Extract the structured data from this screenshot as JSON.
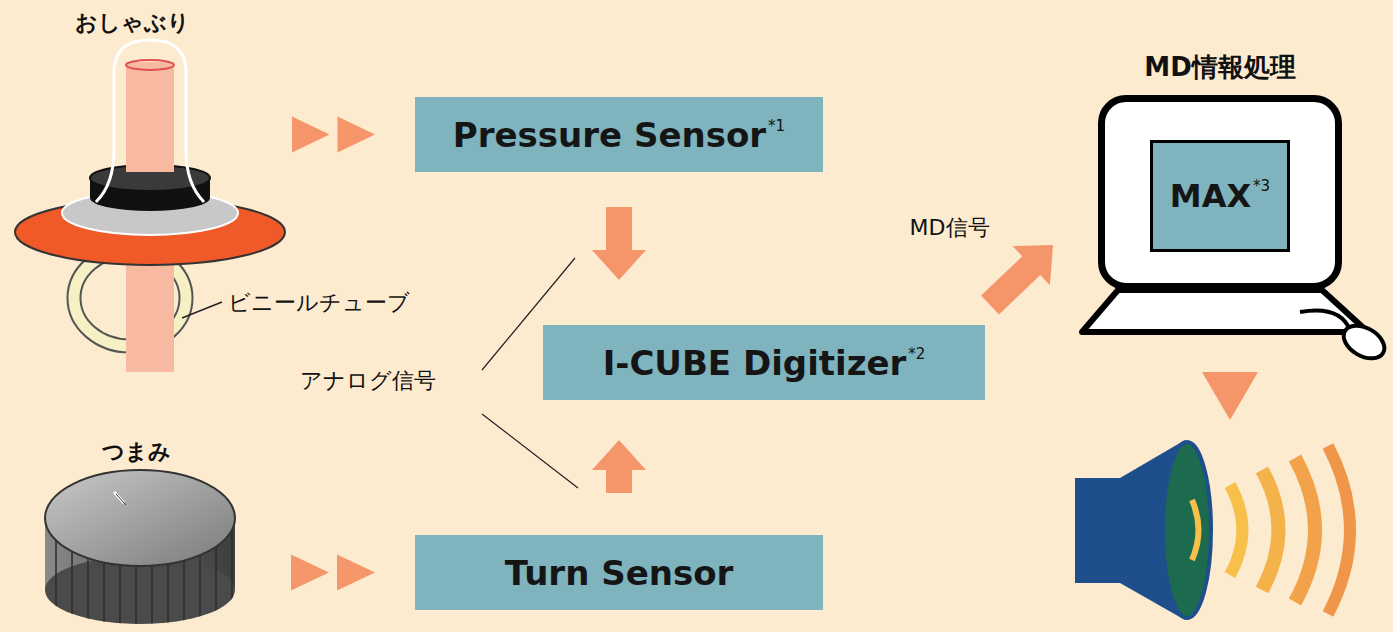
{
  "diagram": {
    "nodes": [
      {
        "text": [
          "おしゃぶり"
        ]
      },
      {
        "text": [
          "Pressure Sensor",
          "*1"
        ]
      },
      {
        "text": [
          "I-CUBE Digitizer",
          "*2"
        ]
      },
      {
        "text": [
          "つまみ"
        ]
      },
      {
        "text": [
          "Turn Sensor"
        ]
      },
      {
        "text": [
          "MD情報処理"
        ]
      },
      {
        "text": [
          "MAX",
          "*3"
        ],
        "in": 5
      }
    ],
    "edges": [
      {
        "from": 0,
        "to": 1,
        "arrow": "to"
      },
      {
        "from": 3,
        "to": 4,
        "arrow": "to"
      },
      {
        "from": 1,
        "to": 2,
        "arrow": "to"
      },
      {
        "from": 4,
        "to": 2,
        "arrow": "to"
      },
      {
        "from": 2,
        "to": 5,
        "label": "MD信号",
        "arrow": "to"
      }
    ],
    "labels": [
      "ビニールチューブ",
      "アナログ信号"
    ]
  }
}
